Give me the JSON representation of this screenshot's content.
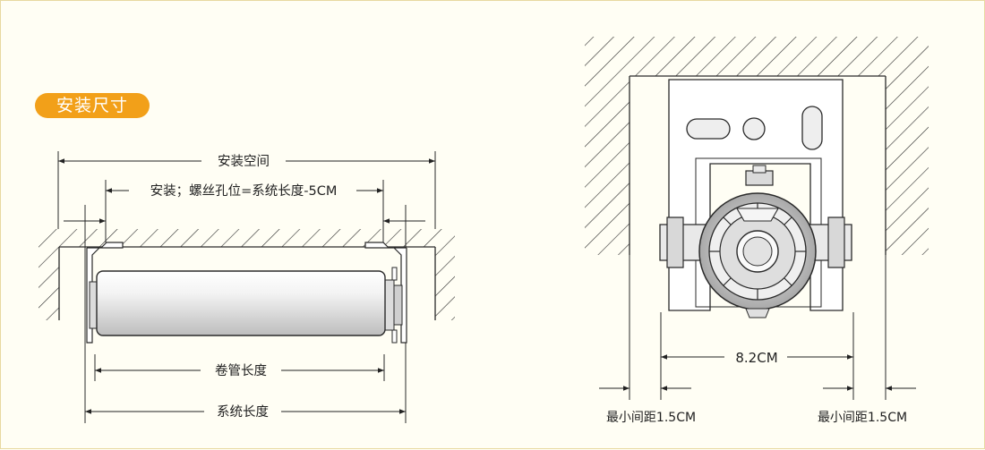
{
  "title_badge": "安装尺寸",
  "colors": {
    "badge": "#f2a019",
    "line": "#2a2a2a",
    "background": "#fffef4"
  },
  "front_view": {
    "install_space": "安装空间",
    "screw_hole": "安装；螺丝孔位=系统长度-5CM",
    "tube_length": "卷管长度",
    "system_length": "系统长度"
  },
  "side_view": {
    "width": "8.2CM",
    "min_gap_left": "最小间距1.5CM",
    "min_gap_right": "最小间距1.5CM"
  }
}
